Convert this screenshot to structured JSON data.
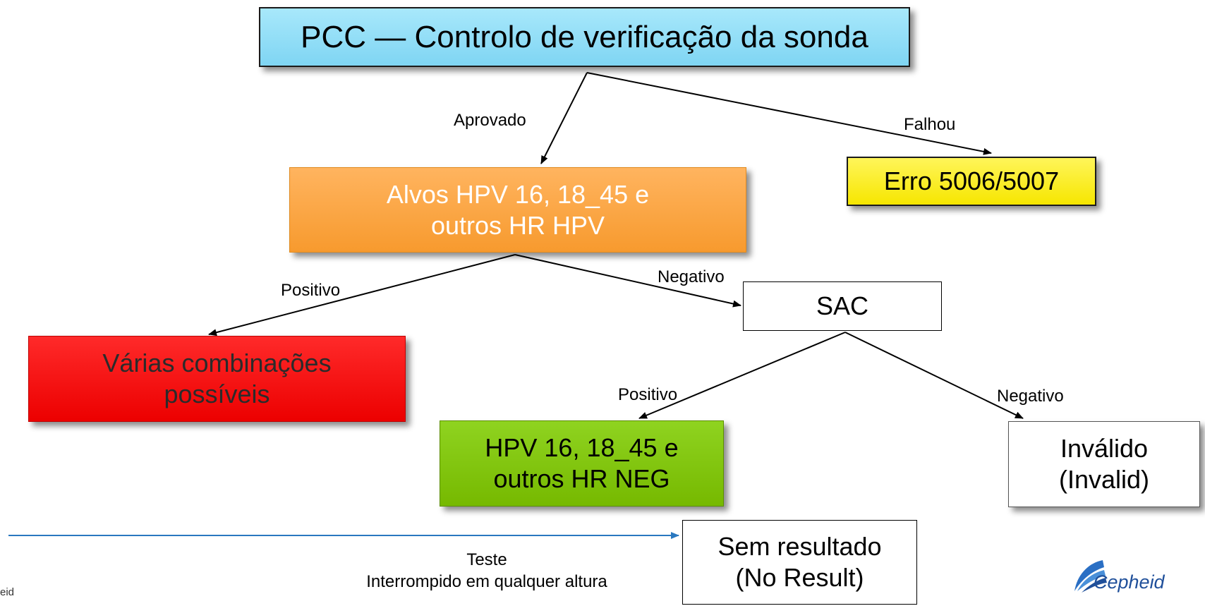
{
  "nodes": {
    "pcc": "PCC — Controlo de verificação da sonda",
    "targets_line1": "Alvos HPV 16, 18_45 e",
    "targets_line2": "outros HR HPV",
    "erro": "Erro 5006/5007",
    "sac": "SAC",
    "varias_line1": "Várias combinações",
    "varias_line2": "possíveis",
    "neg_line1": "HPV 16, 18_45 e",
    "neg_line2": "outros HR NEG",
    "invalid_line1": "Inválido",
    "invalid_line2": "(Invalid)",
    "noresult_line1": "Sem resultado",
    "noresult_line2": "(No Result)"
  },
  "edge_labels": {
    "aprovado": "Aprovado",
    "falhou": "Falhou",
    "positivo_1": "Positivo",
    "negativo_1": "Negativo",
    "positivo_2": "Positivo",
    "negativo_2": "Negativo",
    "teste_line1": "Teste",
    "teste_line2": "Interrompido em qualquer altura"
  },
  "footer_fragment": "eid",
  "logo": {
    "text": "Cepheid",
    "icon": "cepheid-swoosh-icon"
  },
  "colors": {
    "pcc": "#8fdcf6",
    "targets": "#f9a23a",
    "erro": "#fbef1c",
    "varias": "#fa0d0d",
    "neg": "#7ec40d",
    "timeline": "#2a78c0"
  }
}
